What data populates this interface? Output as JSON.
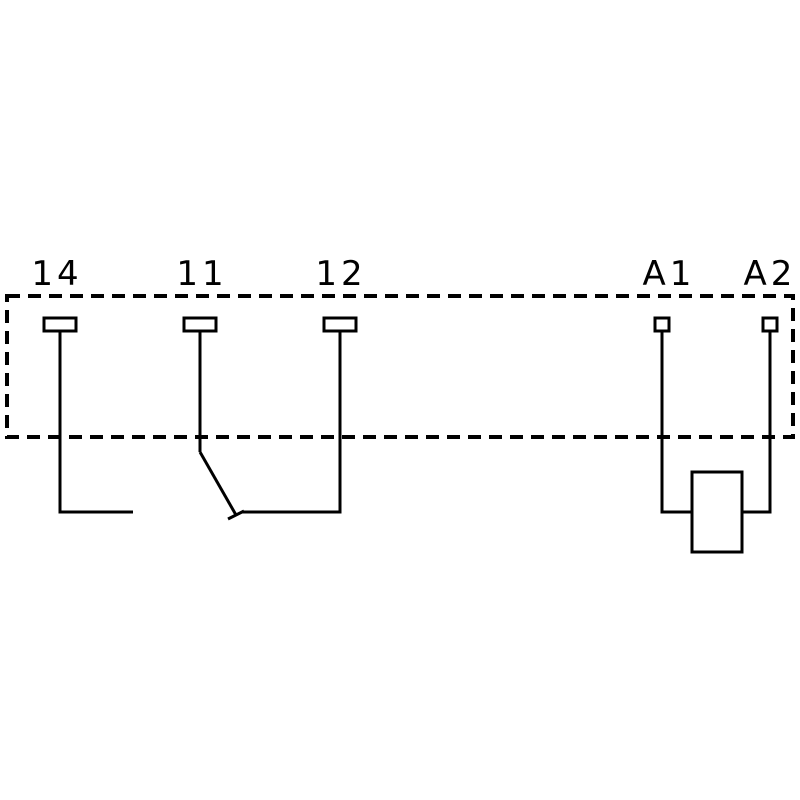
{
  "page": {
    "background_color": "#ffffff",
    "line_color": "#000000"
  },
  "diagram": {
    "type": "relay-contact-wiring-schematic",
    "terminals": [
      {
        "label": "14"
      },
      {
        "label": "11"
      },
      {
        "label": "12"
      },
      {
        "label": "A1"
      },
      {
        "label": "A2"
      }
    ]
  }
}
